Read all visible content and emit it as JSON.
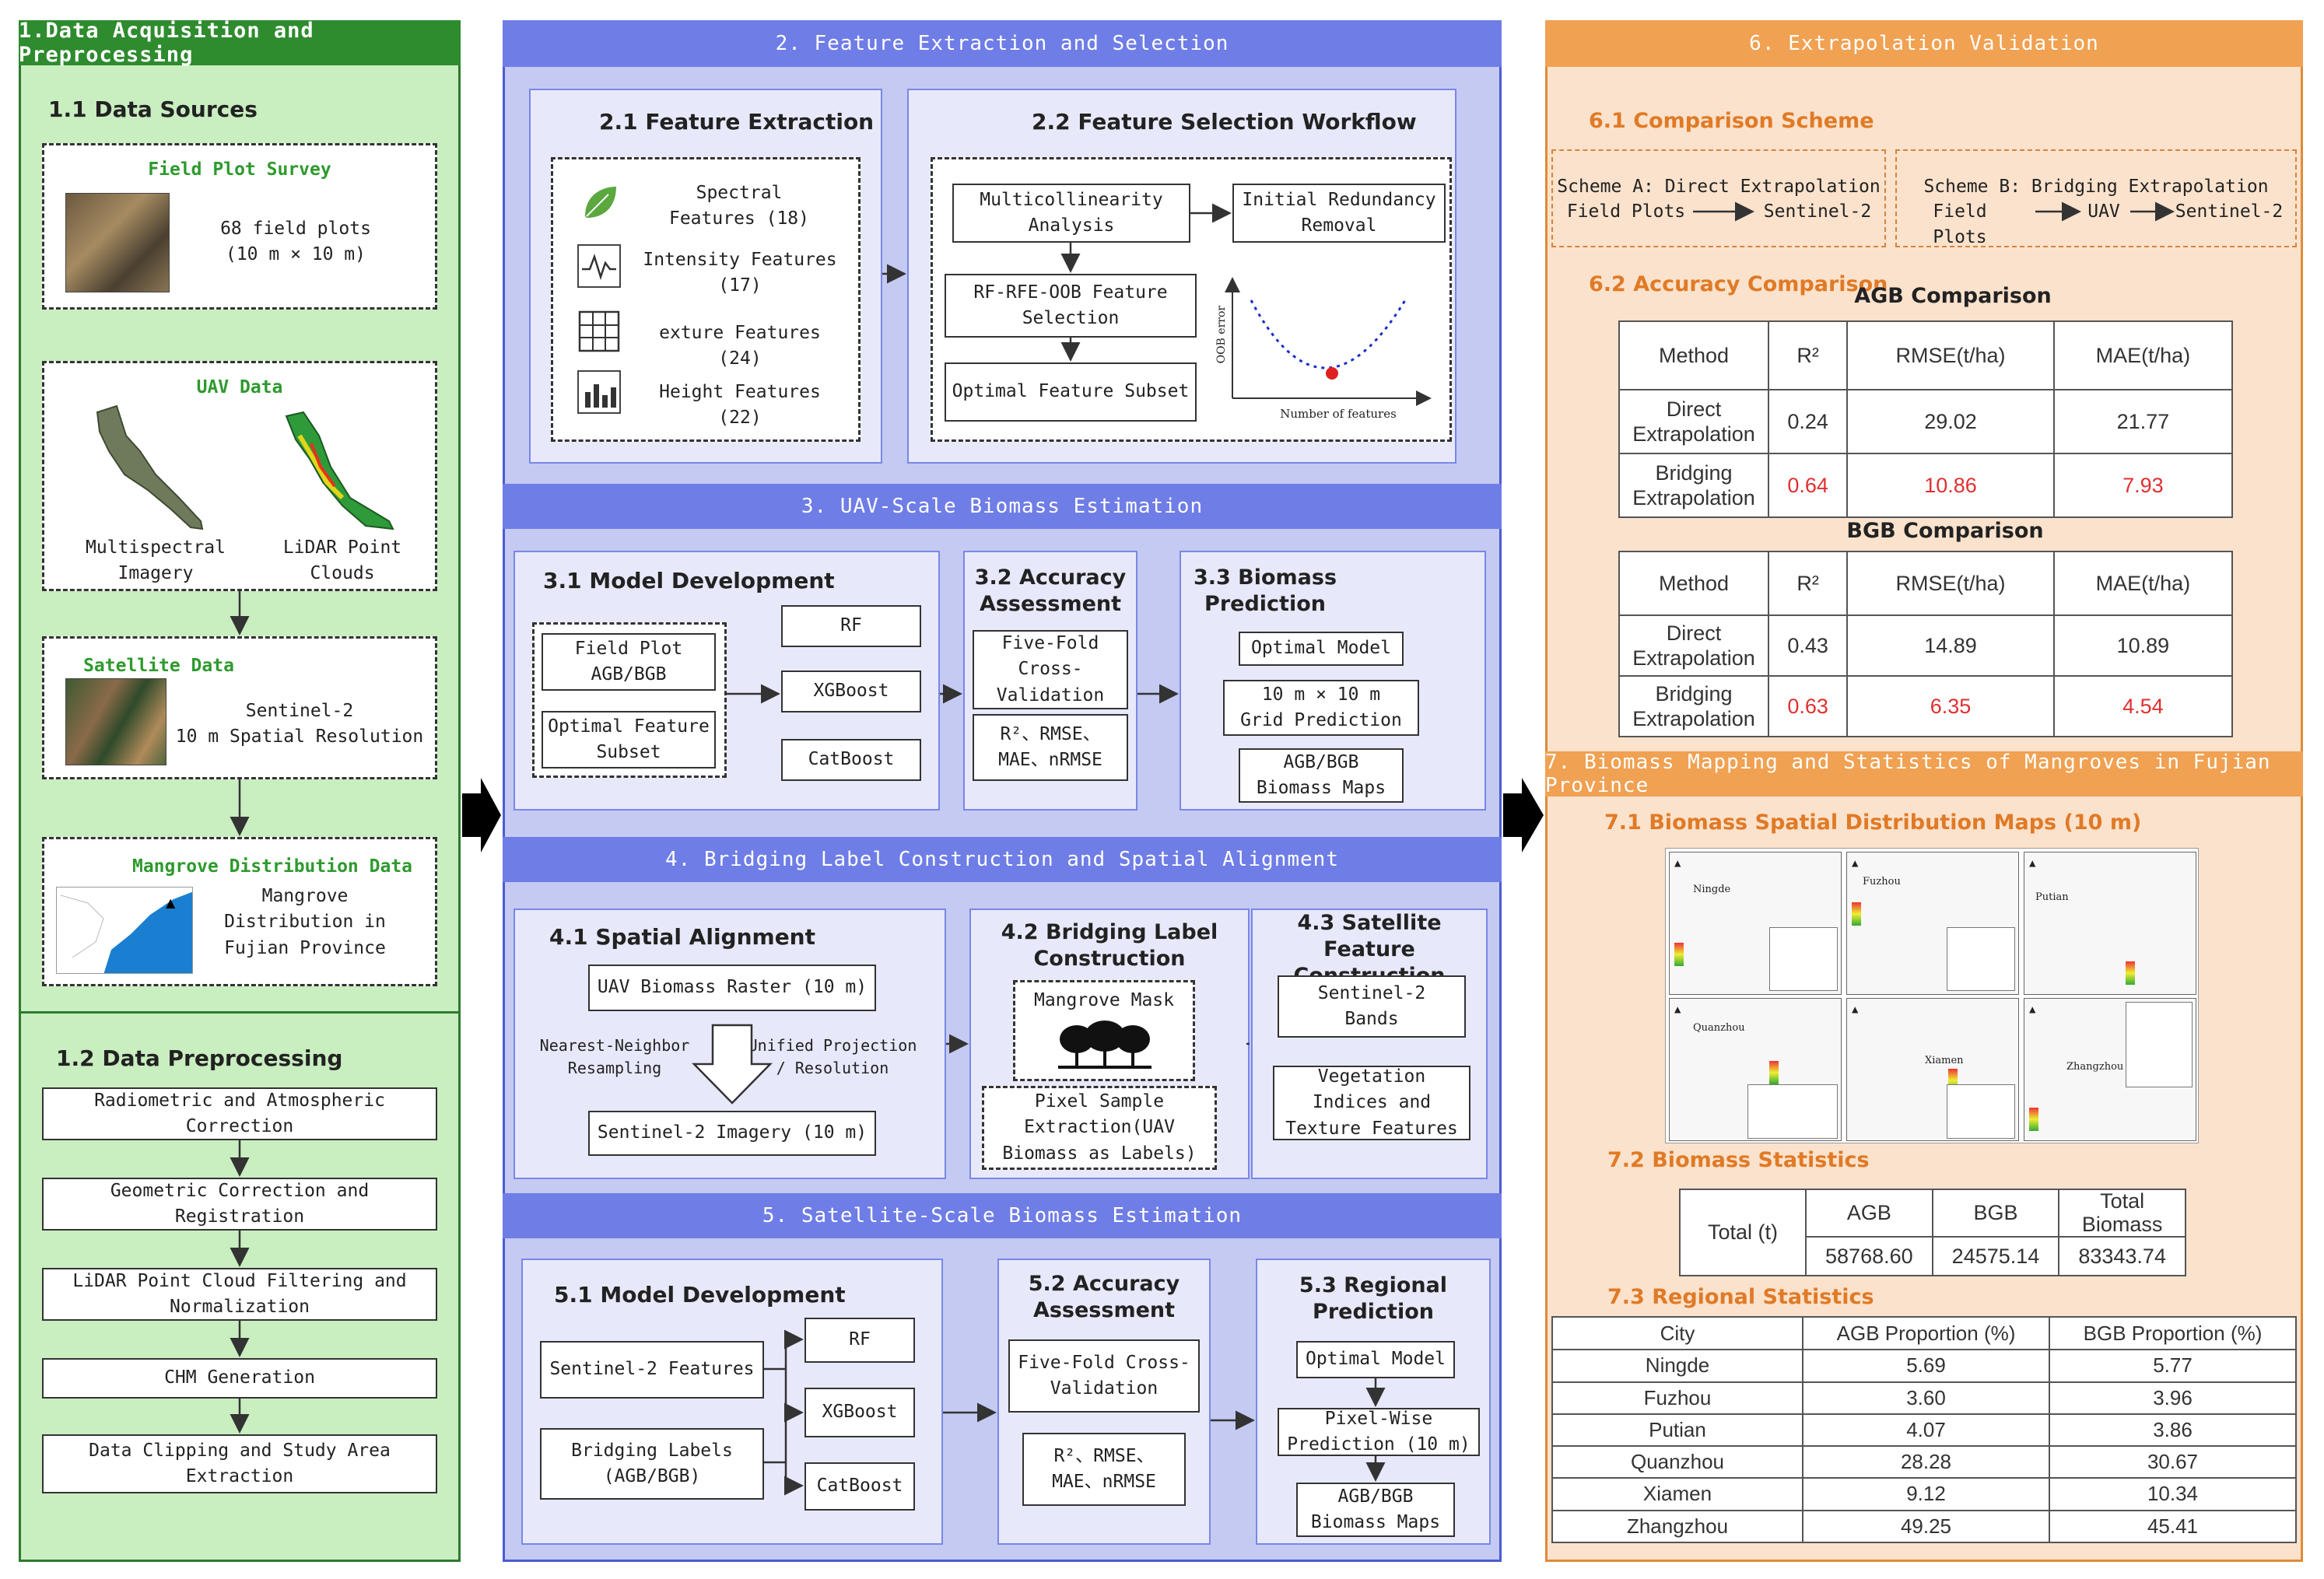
{
  "s1": {
    "header": "1.Data Acquisition and Preprocessing",
    "sources_title": "1.1 Data Sources",
    "field": {
      "title": "Field Plot Survey",
      "text": "68 field plots\n(10 m × 10 m)"
    },
    "uav": {
      "title": "UAV Data",
      "multi": "Multispectral\nImagery",
      "lidar": "LiDAR Point\nClouds"
    },
    "sat": {
      "title": "Satellite Data",
      "text": "Sentinel-2\n10 m Spatial Resolution"
    },
    "mangrove": {
      "title": "Mangrove Distribution Data",
      "text": "Mangrove\nDistribution in\nFujian Province"
    },
    "prep_title": "1.2 Data Preprocessing",
    "prep_steps": [
      "Radiometric and Atmospheric\nCorrection",
      "Geometric Correction and\nRegistration",
      "LiDAR Point Cloud Filtering and\nNormalization",
      "CHM Generation",
      "Data Clipping and Study Area\nExtraction"
    ]
  },
  "s2": {
    "header": "2.  Feature Extraction and Selection",
    "fe_title": "2.1 Feature Extraction",
    "features": [
      "Spectral\nFeatures (18)",
      "Intensity Features\n(17)",
      "exture Features (24)",
      "Height Features (22)"
    ],
    "fs_title": "2.2 Feature Selection Workflow",
    "multi": "Multicollinearity\nAnalysis",
    "redund": "Initial Redundancy\nRemoval",
    "rfe": "RF-RFE-OOB Feature\nSelection",
    "optimal": "Optimal Feature Subset",
    "oob_y": "OOB error",
    "oob_x": "Number of features"
  },
  "s3": {
    "header": "3.  UAV-Scale Biomass Estimation",
    "md_title": "3.1 Model Development",
    "field_plot": "Field Plot\nAGB/BGB",
    "opt_subset": "Optimal Feature\nSubset",
    "models": [
      "RF",
      "XGBoost",
      "CatBoost"
    ],
    "acc_title": "3.2 Accuracy\nAssessment",
    "fivefold": "Five-Fold\nCross-\nValidation",
    "metrics": "R²、RMSE、\nMAE、nRMSE",
    "pred_title": "3.3 Biomass\nPrediction",
    "opt_model": "Optimal Model",
    "grid": "10 m × 10 m\nGrid Prediction",
    "maps": "AGB/BGB\nBiomass Maps"
  },
  "s4": {
    "header": "4.  Bridging Label Construction and Spatial Alignment",
    "sa_title": "4.1 Spatial Alignment",
    "uav_raster": "UAV Biomass Raster (10 m)",
    "nn": "Nearest-Neighbor\nResampling",
    "unified": "Unified Projection\n/ Resolution",
    "s2img": "Sentinel-2 Imagery (10 m)",
    "bl_title": "4.2 Bridging Label\nConstruction",
    "mask": "Mangrove Mask",
    "pixel": "Pixel Sample\nExtraction(UAV\nBiomass as Labels)",
    "sf_title": "4.3 Satellite Feature\nConstruction",
    "bands": "Sentinel-2\nBands",
    "veg": "Vegetation\nIndices and\nTexture Features"
  },
  "s5": {
    "header": "5.  Satellite-Scale Biomass Estimation",
    "md_title": "5.1 Model Development",
    "s2feat": "Sentinel-2 Features",
    "bridging": "Bridging Labels\n(AGB/BGB)",
    "models": [
      "RF",
      "XGBoost",
      "CatBoost"
    ],
    "acc_title": "5.2 Accuracy\nAssessment",
    "fivefold": "Five-Fold Cross-\nValidation",
    "metrics": "R²、RMSE、\nMAE、nRMSE",
    "pred_title": "5.3 Regional\nPrediction",
    "opt_model": "Optimal Model",
    "pixelwise": "Pixel-Wise\nPrediction (10 m)",
    "maps": "AGB/BGB\nBiomass Maps"
  },
  "s6": {
    "header": "6.  Extrapolation Validation",
    "cs_title": "6.1 Comparison Scheme",
    "schemeA_title": "Scheme A: Direct Extrapolation",
    "schemeA_from": "Field Plots",
    "schemeA_to": "Sentinel-2",
    "schemeB_title": "Scheme B: Bridging Extrapolation",
    "schemeB_from": "Field Plots",
    "schemeB_mid": "UAV",
    "schemeB_to": "Sentinel-2",
    "acc_title": "6.2 Accuracy Comparison",
    "agb_title": "AGB Comparison",
    "bgb_title": "BGB Comparison",
    "headers": [
      "Method",
      "R²",
      "RMSE(t/ha)",
      "MAE(t/ha)"
    ],
    "agb_rows": [
      {
        "method": "Direct\nExtrapolation",
        "r2": "0.24",
        "rmse": "29.02",
        "mae": "21.77"
      },
      {
        "method": "Bridging\nExtrapolation",
        "r2": "0.64",
        "rmse": "10.86",
        "mae": "7.93"
      }
    ],
    "bgb_rows": [
      {
        "method": "Direct\nExtrapolation",
        "r2": "0.43",
        "rmse": "14.89",
        "mae": "10.89"
      },
      {
        "method": "Bridging\nExtrapolation",
        "r2": "0.63",
        "rmse": "6.35",
        "mae": "4.54"
      }
    ]
  },
  "s7": {
    "header": "7.  Biomass Mapping and Statistics of Mangroves in Fujian Province",
    "maps_title": "7.1 Biomass Spatial Distribution Maps (10 m)",
    "map_names": [
      "Ningde",
      "Fuzhou",
      "Putian",
      "Quanzhou",
      "Xiamen",
      "Zhangzhou"
    ],
    "stats_title": "7.2 Biomass Statistics",
    "stats": {
      "row_label": "Total (t)",
      "headers": [
        "AGB",
        "BGB",
        "Total\nBiomass"
      ],
      "values": [
        "58768.60",
        "24575.14",
        "83343.74"
      ]
    },
    "regional_title": "7.3 Regional Statistics",
    "regional_headers": [
      "City",
      "AGB Proportion (%)",
      "BGB Proportion (%)"
    ],
    "regional_rows": [
      {
        "city": "Ningde",
        "agb": "5.69",
        "bgb": "5.77"
      },
      {
        "city": "Fuzhou",
        "agb": "3.60",
        "bgb": "3.96"
      },
      {
        "city": "Putian",
        "agb": "4.07",
        "bgb": "3.86"
      },
      {
        "city": "Quanzhou",
        "agb": "28.28",
        "bgb": "30.67"
      },
      {
        "city": "Xiamen",
        "agb": "9.12",
        "bgb": "10.34"
      },
      {
        "city": "Zhangzhou",
        "agb": "49.25",
        "bgb": "45.41"
      }
    ]
  },
  "colors": {
    "green_header": "#2e8b2e",
    "green_bg": "#c9eec0",
    "blue_header": "#6f7de6",
    "blue_bg": "#c4caf2",
    "orange_header": "#f0a152",
    "orange_bg": "#fbe2cc",
    "highlight": "#e03030"
  }
}
